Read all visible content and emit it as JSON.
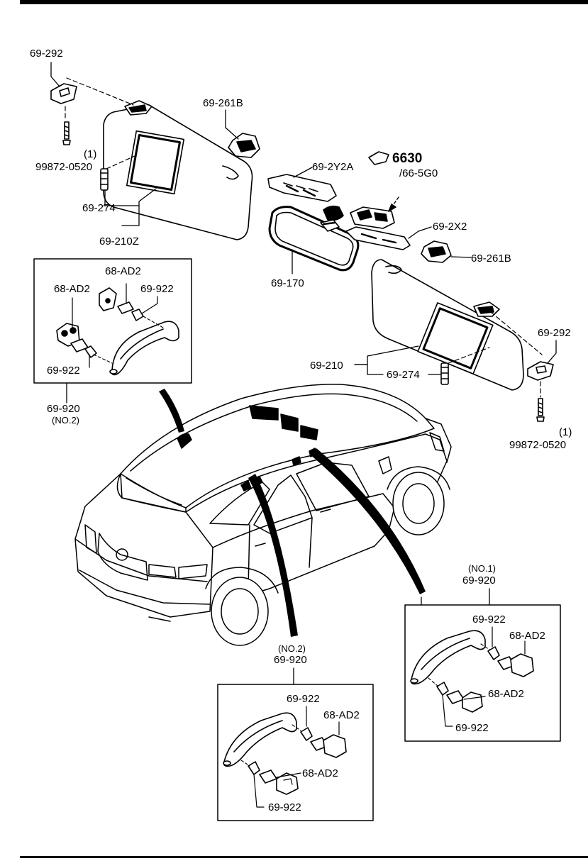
{
  "labels": {
    "p_69_292_left": "69-292",
    "qty_left": "(1)",
    "bolt_left": "99872-0520",
    "p_69_274_left": "69-274",
    "p_69_210Z": "69-210Z",
    "p_69_261B_top": "69-261B",
    "p_69_2Y2A": "69-2Y2A",
    "p_6630": "6630",
    "p_66_5G0": "/66-5G0",
    "p_69_2X2": "69-2X2",
    "p_69_261B_right": "69-261B",
    "p_69_170": "69-170",
    "p_69_292_right": "69-292",
    "p_69_210": "69-210",
    "p_69_274_right": "69-274",
    "qty_right": "(1)",
    "bolt_right": "99872-0520",
    "box1_68AD2_top": "68-AD2",
    "box1_68AD2_left": "68-AD2",
    "box1_69922_right": "69-922",
    "box1_69922_bottom": "69-922",
    "box1_callout": "69-920",
    "box1_callout_sub": "(NO.2)",
    "box2_callout_sub": "(NO.1)",
    "box2_callout": "69-920",
    "box2_69922_top": "69-922",
    "box2_68AD2_top": "68-AD2",
    "box2_68AD2_mid": "68-AD2",
    "box2_69922_bottom": "69-922",
    "box3_callout_sub": "(NO.2)",
    "box3_callout": "69-920",
    "box3_69922_top": "69-922",
    "box3_68AD2_top": "68-AD2",
    "box3_68AD2_mid": "68-AD2",
    "box3_69922_bottom": "69-922"
  }
}
